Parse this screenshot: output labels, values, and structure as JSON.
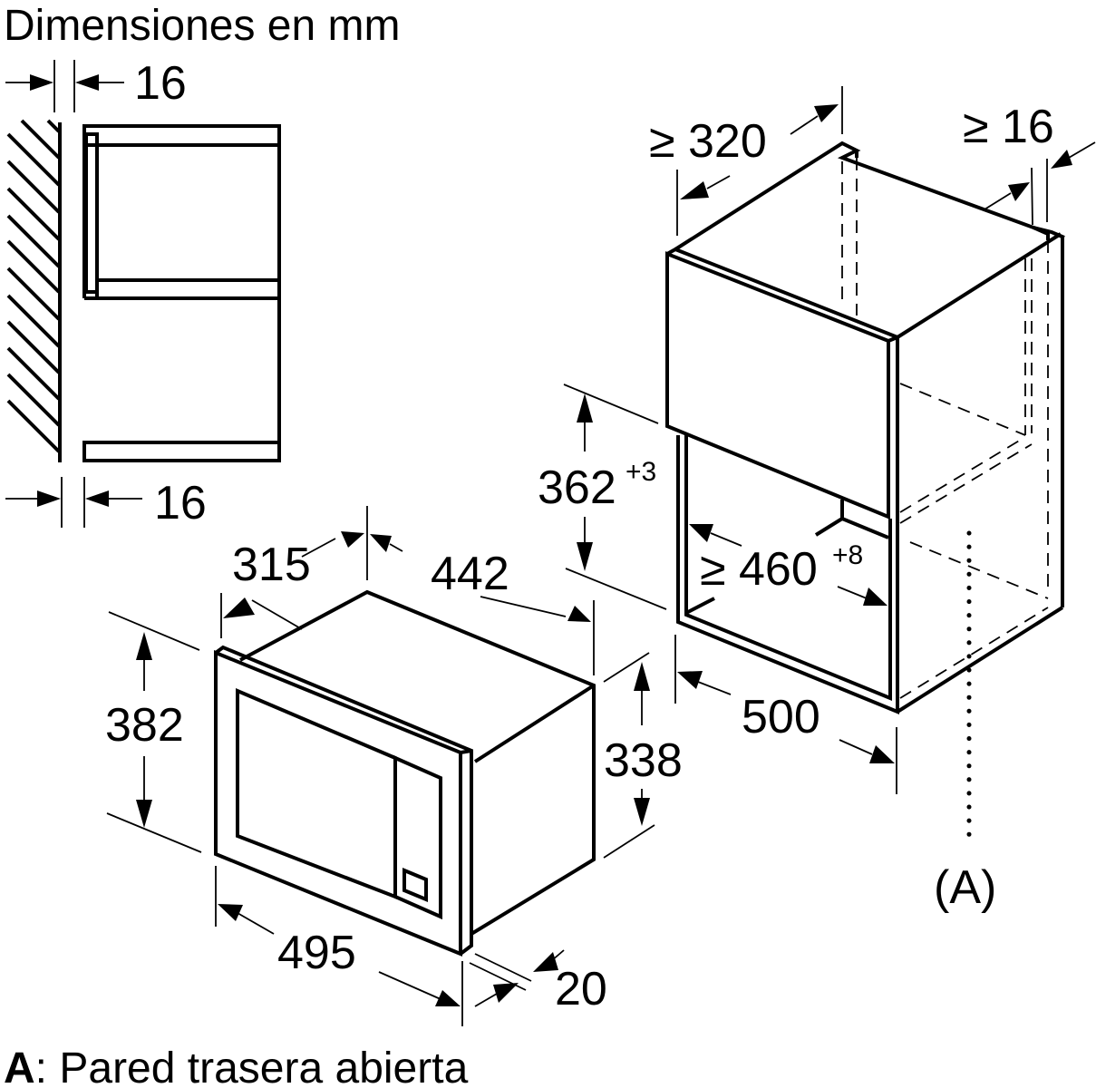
{
  "title": "Dimensiones en mm",
  "legend": {
    "key": "A",
    "separator": ":",
    "text": " Pared trasera abierta"
  },
  "side_view": {
    "top_gap": "16",
    "bottom_gap": "16"
  },
  "appliance": {
    "depth_top": "315",
    "width_top": "442",
    "front_height": "382",
    "body_height": "338",
    "front_width": "495",
    "front_thickness": "20"
  },
  "niche": {
    "min_depth": "≥ 320",
    "side_gap": "≥ 16",
    "opening_height": "362",
    "opening_height_tol": "+3",
    "opening_width_prefix": "≥ 460",
    "opening_width_tol": "+8",
    "cabinet_width": "500",
    "open_back_marker": "(A)"
  },
  "colors": {
    "line": "#000000",
    "background": "#ffffff"
  }
}
